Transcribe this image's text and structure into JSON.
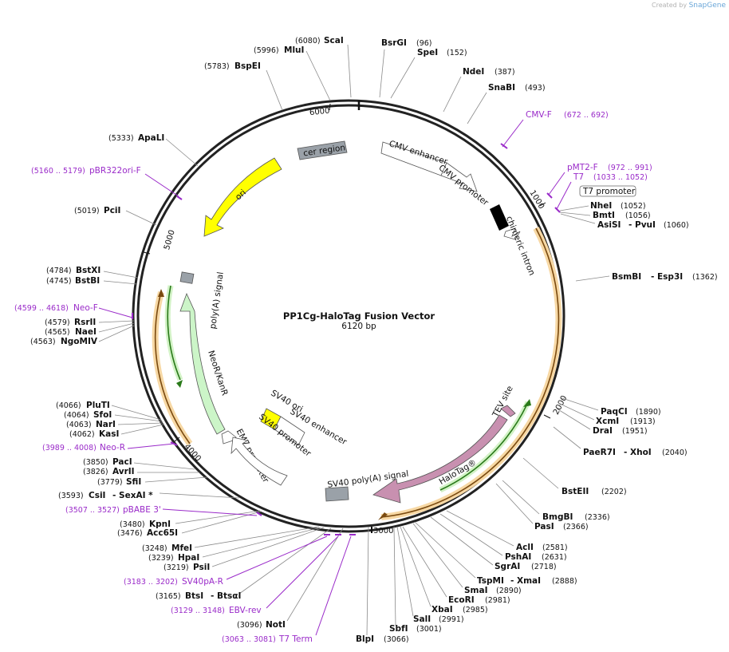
{
  "brand": {
    "prefix": "Created by",
    "name": "SnapGene"
  },
  "plasmid": {
    "name": "PP1Cg-HaloTag Fusion Vector",
    "length_label": "6120 bp",
    "total_bp": 6120
  },
  "ticks": [
    {
      "label": "1000",
      "pos": 1000
    },
    {
      "label": "2000",
      "pos": 2000
    },
    {
      "label": "3000",
      "pos": 3000
    },
    {
      "label": "4000",
      "pos": 4000
    },
    {
      "label": "5000",
      "pos": 5000
    },
    {
      "label": "6000",
      "pos": 6000
    }
  ],
  "features": [
    {
      "name": "cer region",
      "color": "#9aa1a8"
    },
    {
      "name": "CMV enhancer",
      "color": "#ffffff"
    },
    {
      "name": "CMV promoter",
      "color": "#ffffff"
    },
    {
      "name": "chimeric intron",
      "color": "#000000"
    },
    {
      "name": "T7 promoter",
      "color": "#ffffff"
    },
    {
      "name": "ori",
      "color": "#ffff00"
    },
    {
      "name": "poly(A) signal",
      "color": "#9aa1a8"
    },
    {
      "name": "NeoR/KanR",
      "color": "#ccf5c8"
    },
    {
      "name": "EM7 promoter",
      "color": "#ffffff"
    },
    {
      "name": "SV40 ori",
      "color": "#ffff00"
    },
    {
      "name": "SV40 enhancer",
      "color": "#ffffff"
    },
    {
      "name": "SV40 promoter",
      "color": "#ffffff"
    },
    {
      "name": "SV40 poly(A) signal",
      "color": "#9aa1a8"
    },
    {
      "name": "HaloTag®",
      "color": "#c890b0"
    },
    {
      "name": "TEV site",
      "color": "#c890b0"
    }
  ],
  "enzymes_right": [
    {
      "name": "BsrGI",
      "pos": "(96)"
    },
    {
      "name": "SpeI",
      "pos": "(152)"
    },
    {
      "name": "NdeI",
      "pos": "(387)"
    },
    {
      "name": "SnaBI",
      "pos": "(493)"
    },
    {
      "name": "NheI",
      "pos": "(1052)"
    },
    {
      "name": "BmtI",
      "pos": "(1056)"
    },
    {
      "name": "AsiSI",
      "name2": "- PvuI",
      "pos": "(1060)"
    },
    {
      "name": "BsmBI",
      "name2": "- Esp3I",
      "pos": "(1362)"
    },
    {
      "name": "PaqCI",
      "pos": "(1890)"
    },
    {
      "name": "XcmI",
      "pos": "(1913)"
    },
    {
      "name": "DraI",
      "pos": "(1951)"
    },
    {
      "name": "PaeR7I",
      "name2": "- XhoI",
      "pos": "(2040)"
    },
    {
      "name": "BstEII",
      "pos": "(2202)"
    },
    {
      "name": "BmgBI",
      "pos": "(2336)"
    },
    {
      "name": "PasI",
      "pos": "(2366)"
    },
    {
      "name": "AclI",
      "pos": "(2581)"
    },
    {
      "name": "PshAI",
      "pos": "(2631)"
    },
    {
      "name": "SgrAI",
      "pos": "(2718)"
    },
    {
      "name": "TspMI",
      "name2": "- XmaI",
      "pos": "(2888)"
    },
    {
      "name": "SmaI",
      "pos": "(2890)"
    },
    {
      "name": "EcoRI",
      "pos": "(2981)"
    },
    {
      "name": "XbaI",
      "pos": "(2985)"
    },
    {
      "name": "SalI",
      "pos": "(2991)"
    },
    {
      "name": "SbfI",
      "pos": "(3001)"
    },
    {
      "name": "BlpI",
      "pos": "(3066)"
    }
  ],
  "enzymes_left": [
    {
      "name": "ScaI",
      "pos": "(6080)"
    },
    {
      "name": "MluI",
      "pos": "(5996)"
    },
    {
      "name": "BspEI",
      "pos": "(5783)"
    },
    {
      "name": "ApaLI",
      "pos": "(5333)"
    },
    {
      "name": "PciI",
      "pos": "(5019)"
    },
    {
      "name": "BstXI",
      "pos": "(4784)"
    },
    {
      "name": "BstBI",
      "pos": "(4745)"
    },
    {
      "name": "RsrII",
      "pos": "(4579)"
    },
    {
      "name": "NaeI",
      "pos": "(4565)"
    },
    {
      "name": "NgoMIV",
      "pos": "(4563)"
    },
    {
      "name": "PluTI",
      "pos": "(4066)"
    },
    {
      "name": "SfoI",
      "pos": "(4064)"
    },
    {
      "name": "NarI",
      "pos": "(4063)"
    },
    {
      "name": "KasI",
      "pos": "(4062)"
    },
    {
      "name": "PacI",
      "pos": "(3850)"
    },
    {
      "name": "AvrII",
      "pos": "(3826)"
    },
    {
      "name": "SfiI",
      "pos": "(3779)"
    },
    {
      "name": "CsiI",
      "name2": "- SexAI *",
      "pos": "(3593)"
    },
    {
      "name": "KpnI",
      "pos": "(3480)"
    },
    {
      "name": "Acc65I",
      "pos": "(3476)"
    },
    {
      "name": "MfeI",
      "pos": "(3248)"
    },
    {
      "name": "HpaI",
      "pos": "(3239)"
    },
    {
      "name": "PsiI",
      "pos": "(3219)"
    },
    {
      "name": "BtsI",
      "name2": "- BtsαI",
      "pos": "(3165)"
    },
    {
      "name": "NotI",
      "pos": "(3096)"
    }
  ],
  "primers": [
    {
      "name": "CMV-F",
      "range": "(672 .. 692)"
    },
    {
      "name": "pMT2-F",
      "range": "(972 .. 991)"
    },
    {
      "name": "T7",
      "range": "(1033 .. 1052)"
    },
    {
      "name": "pBR322ori-F",
      "range": "(5160 .. 5179)"
    },
    {
      "name": "Neo-F",
      "range": "(4599 .. 4618)"
    },
    {
      "name": "Neo-R",
      "range": "(3989 .. 4008)"
    },
    {
      "name": "pBABE 3'",
      "range": "(3507 .. 3527)"
    },
    {
      "name": "SV40pA-R",
      "range": "(3183 .. 3202)"
    },
    {
      "name": "EBV-rev",
      "range": "(3129 .. 3148)"
    },
    {
      "name": "T7 Term",
      "range": "(3063 .. 3081)"
    }
  ]
}
